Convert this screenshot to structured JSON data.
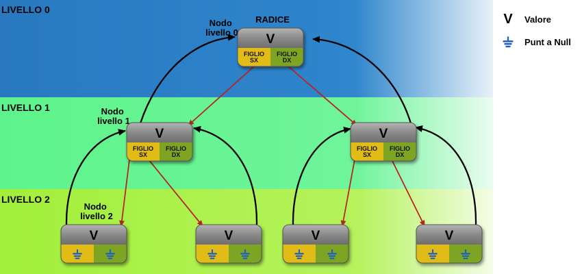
{
  "levels": [
    {
      "label": "LIVELLO 0"
    },
    {
      "label": "LIVELLO 1"
    },
    {
      "label": "LIVELLO 2"
    }
  ],
  "captions": {
    "level0": [
      "Nodo",
      "livello 0"
    ],
    "level1": [
      "Nodo",
      "livello 1"
    ],
    "level2": [
      "Nodo",
      "livello 2"
    ]
  },
  "root_label": "RADICE",
  "node": {
    "value_symbol": "V",
    "left_child": [
      "FIGLIO",
      "SX"
    ],
    "right_child": [
      "FIGLIO",
      "DX"
    ]
  },
  "legend": {
    "value_symbol": "V",
    "value_label": "Valore",
    "null_label": "Punt a Null",
    "null_icon": "ground-icon"
  },
  "colors": {
    "band0": "#2a7fc4",
    "band1": "#5ff58c",
    "band2": "#a8f23a",
    "node_body": "#8c8c8c",
    "child_left": "#e1bb12",
    "child_right": "#7da420",
    "pointer_arrow": "#b5261e",
    "parent_arrow": "#000000",
    "null_icon": "#1c5fc0"
  }
}
